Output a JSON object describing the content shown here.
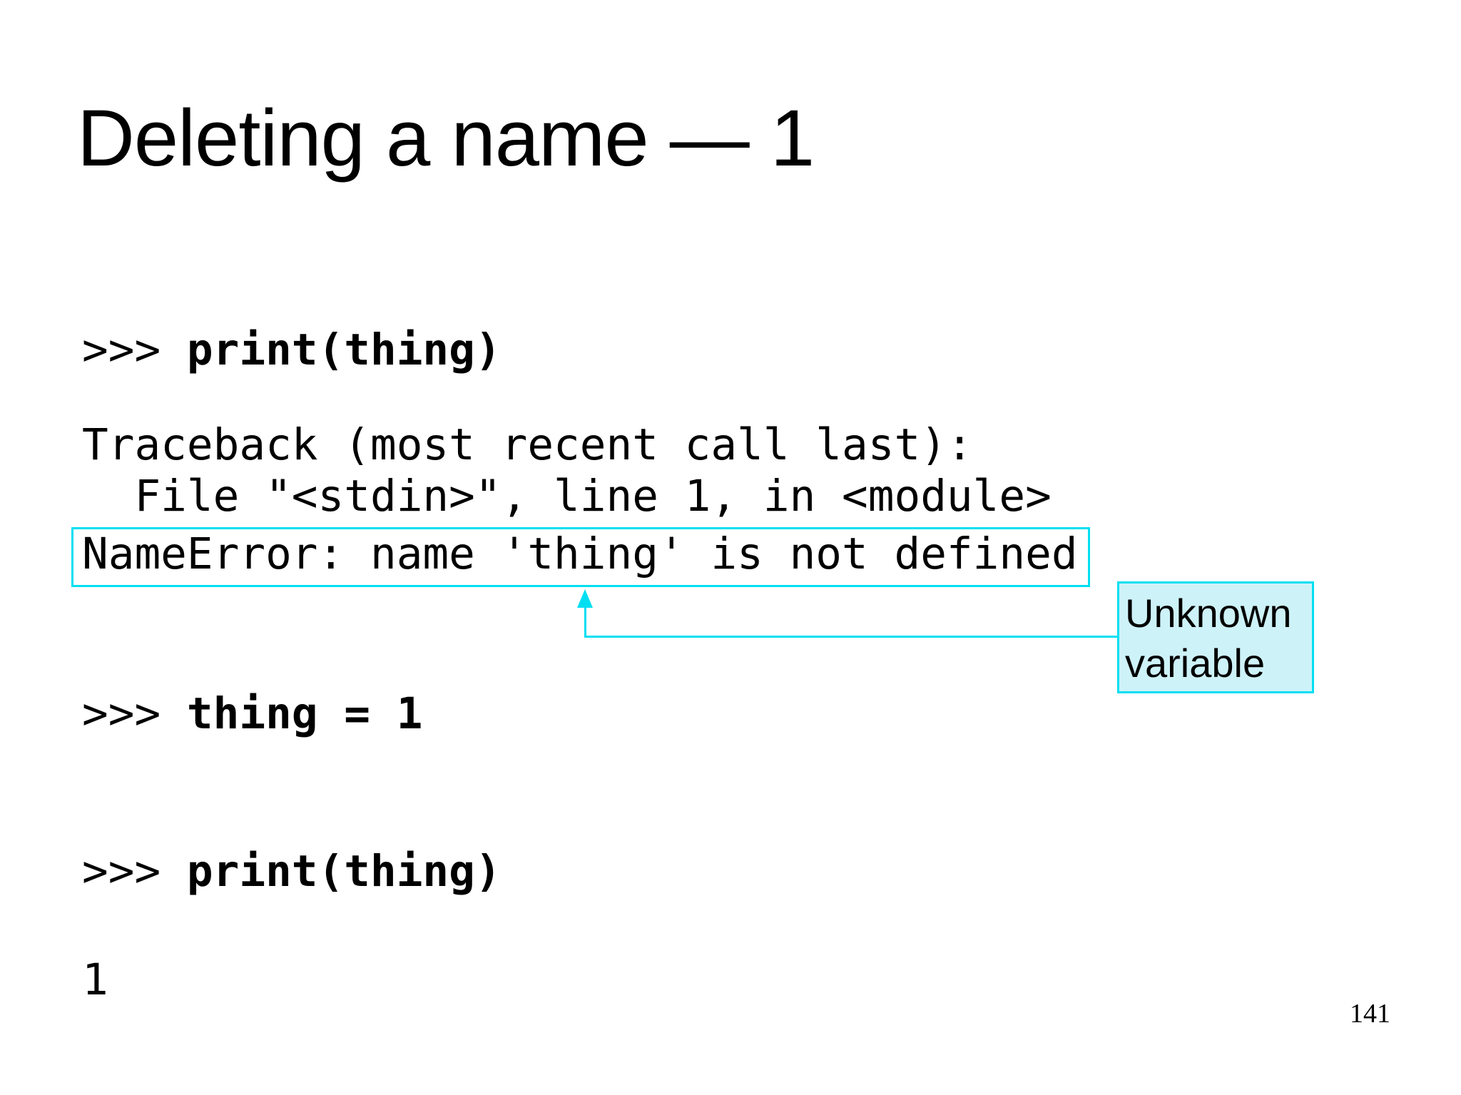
{
  "slide": {
    "title": "Deleting a name — 1",
    "page_number": "141"
  },
  "terminal": {
    "entry1": {
      "prompt": ">>> ",
      "command": "print(thing)"
    },
    "traceback": [
      "Traceback (most recent call last):",
      "  File \"<stdin>\", line 1, in <module>"
    ],
    "error_line": "NameError: name 'thing' is not defined",
    "entry2": {
      "prompt": ">>> ",
      "command": "thing = 1"
    },
    "entry3": {
      "prompt": ">>> ",
      "command": "print(thing)"
    },
    "output": "1"
  },
  "annotation": {
    "line1": "Unknown",
    "line2": "variable",
    "accent_color": "#00dff2",
    "fill_color": "#cdf2f8",
    "text_color": "#000000"
  }
}
